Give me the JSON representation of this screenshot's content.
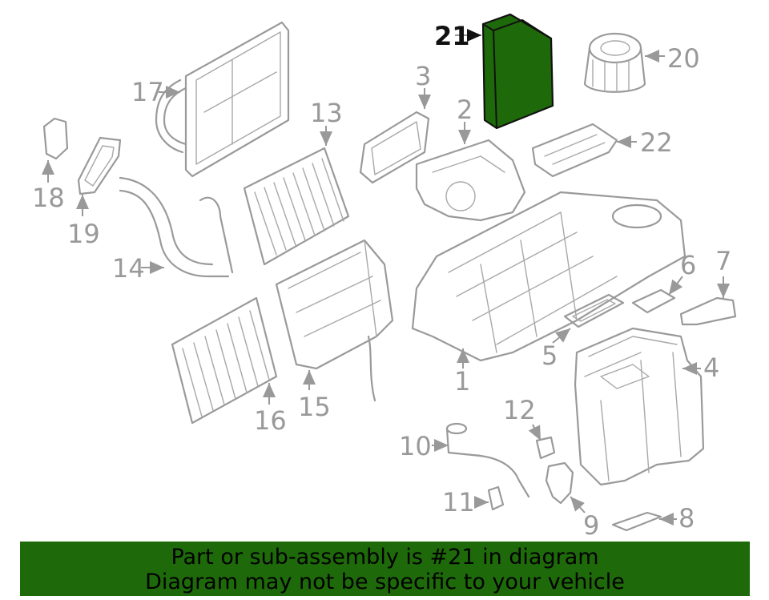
{
  "callouts": {
    "c1": "1",
    "c2": "2",
    "c3": "3",
    "c4": "4",
    "c5": "5",
    "c6": "6",
    "c7": "7",
    "c8": "8",
    "c9": "9",
    "c10": "10",
    "c11": "11",
    "c12": "12",
    "c13": "13",
    "c14": "14",
    "c15": "15",
    "c16": "16",
    "c17": "17",
    "c18": "18",
    "c19": "19",
    "c20": "20",
    "c21": "21",
    "c22": "22"
  },
  "highlight": {
    "part_number": "21",
    "color": "#1e6a0a"
  },
  "banner": {
    "line1": "Part or sub-assembly is #21 in diagram",
    "line2": "Diagram may not be specific to your vehicle",
    "background": "#1e6a0a"
  }
}
